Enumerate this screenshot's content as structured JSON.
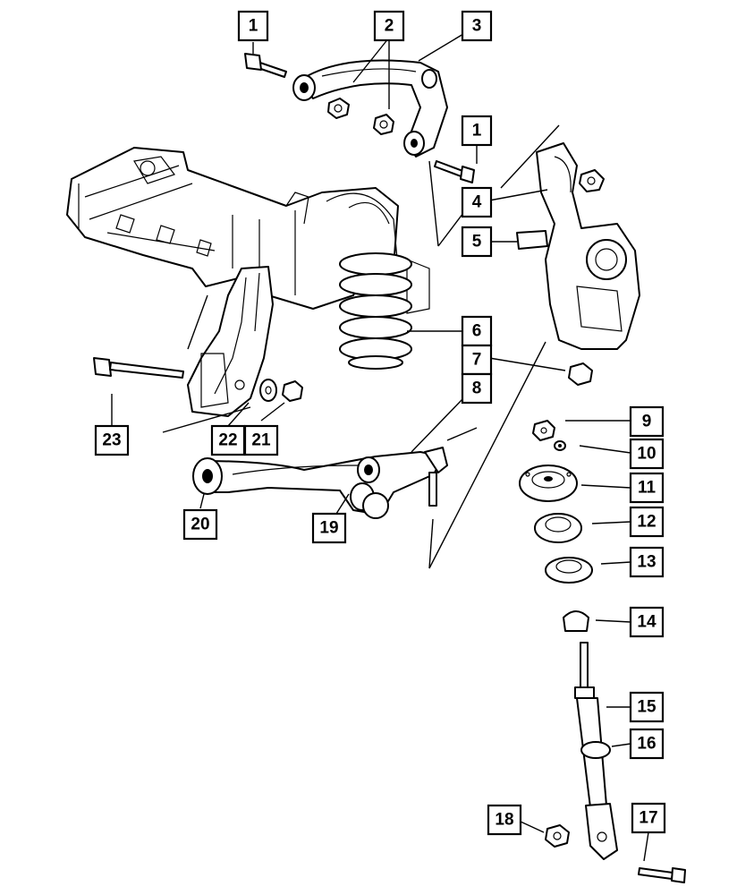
{
  "callouts": {
    "c1a": "1",
    "c1b": "1",
    "c2": "2",
    "c3": "3",
    "c4": "4",
    "c5": "5",
    "c6": "6",
    "c7": "7",
    "c8": "8",
    "c9": "9",
    "c10": "10",
    "c11": "11",
    "c12": "12",
    "c13": "13",
    "c14": "14",
    "c15": "15",
    "c16": "16",
    "c17": "17",
    "c18": "18",
    "c19": "19",
    "c20": "20",
    "c21": "21",
    "c22": "22",
    "c23": "23"
  }
}
